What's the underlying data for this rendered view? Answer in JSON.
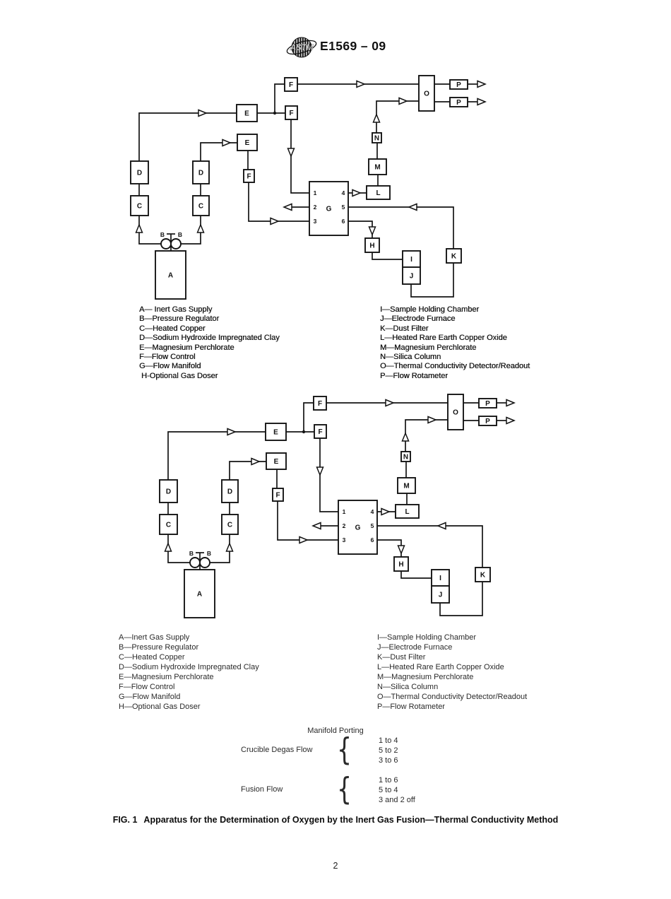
{
  "header": {
    "logo_text": "ASTM",
    "doc_number": "E1569 – 09"
  },
  "diagram": {
    "box_labels": {
      "A": "A",
      "B": "B",
      "C": "C",
      "D": "D",
      "E": "E",
      "F": "F",
      "G": "G",
      "H": "H",
      "I": "I",
      "J": "J",
      "K": "K",
      "L": "L",
      "M": "M",
      "N": "N",
      "O": "O",
      "P": "P"
    },
    "port_labels": [
      "1",
      "2",
      "3",
      "4",
      "5",
      "6"
    ]
  },
  "legend_top": {
    "left": [
      "A— Inert Gas Supply",
      "B—Pressure Regulator",
      "C—Heated Copper",
      "D—Sodium Hydroxide Impregnated Clay",
      "E—Magnesium Perchlorate",
      "F—Flow Control",
      "G—Flow Manifold",
      " H-Optional Gas Doser"
    ],
    "right": [
      "I—Sample Holding Chamber",
      "J—Electrode Furnace",
      "K—Dust Filter",
      "L—Heated Rare Earth Copper Oxide",
      "M—Magnesium Perchlorate",
      "N—Silica Column",
      "O—Thermal Conductivity Detector/Readout",
      "P—Flow Rotameter"
    ]
  },
  "legend_bottom": {
    "left": [
      "A—Inert Gas Supply",
      "B—Pressure Regulator",
      "C—Heated Copper",
      "D—Sodium Hydroxide Impregnated Clay",
      "E—Magnesium Perchlorate",
      "F—Flow Control",
      "G—Flow Manifold",
      "H—Optional Gas Doser"
    ],
    "right": [
      "I—Sample Holding Chamber",
      "J—Electrode Furnace",
      "K—Dust Filter",
      "L—Heated Rare Earth Copper Oxide",
      "M—Magnesium Perchlorate",
      "N—Silica Column",
      "O—Thermal Conductivity Detector/Readout",
      "P—Flow Rotameter"
    ]
  },
  "manifold": {
    "title": "Manifold Porting",
    "groups": [
      {
        "label": "Crucible Degas Flow",
        "items": [
          "1 to 4",
          "5 to 2",
          "3 to 6"
        ]
      },
      {
        "label": "Fusion Flow",
        "items": [
          "1 to 6",
          "5 to 4",
          "3 and 2 off"
        ]
      }
    ]
  },
  "caption": {
    "fig_label": "FIG. 1",
    "text": "Apparatus for the Determination of Oxygen by the Inert Gas Fusion—Thermal Conductivity Method"
  },
  "page_number": "2"
}
